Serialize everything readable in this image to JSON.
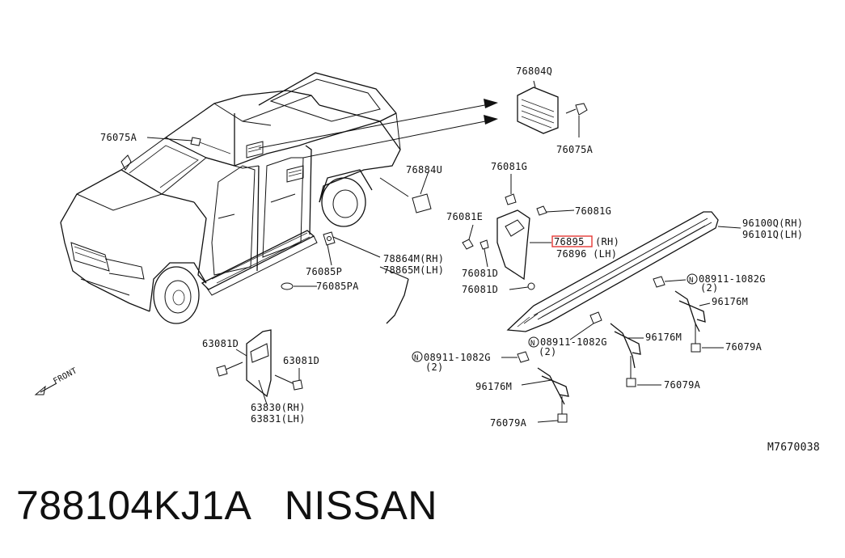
{
  "diagram": {
    "code": "M7670038",
    "front_label": "FRONT",
    "callouts": [
      {
        "id": "c76804Q",
        "text": "76804Q"
      },
      {
        "id": "c76075A_l",
        "text": "76075A"
      },
      {
        "id": "c76075A_r",
        "text": "76075A"
      },
      {
        "id": "c76884U",
        "text": "76884U"
      },
      {
        "id": "c76081G_t",
        "text": "76081G"
      },
      {
        "id": "c76081E",
        "text": "76081E"
      },
      {
        "id": "c76081G_r",
        "text": "76081G"
      },
      {
        "id": "c76895",
        "text": "76895"
      },
      {
        "id": "c76895_rh",
        "text": "(RH)"
      },
      {
        "id": "c76896",
        "text": "76896 (LH)"
      },
      {
        "id": "c76081D_a",
        "text": "76081D"
      },
      {
        "id": "c76081D_b",
        "text": "76081D"
      },
      {
        "id": "c78864M",
        "text": "78864M(RH)"
      },
      {
        "id": "c78865M",
        "text": "78865M(LH)"
      },
      {
        "id": "c76085P",
        "text": "76085P"
      },
      {
        "id": "c76085PA",
        "text": "76085PA"
      },
      {
        "id": "c96100Q",
        "text": "96100Q(RH)"
      },
      {
        "id": "c96101Q",
        "text": "96101Q(LH)"
      },
      {
        "id": "c08911_a",
        "text": "08911-1082G"
      },
      {
        "id": "c08911_a2",
        "text": "(2)"
      },
      {
        "id": "c96176M_a",
        "text": "96176M"
      },
      {
        "id": "c08911_b",
        "text": "08911-1082G"
      },
      {
        "id": "c08911_b2",
        "text": "(2)"
      },
      {
        "id": "c96176M_b",
        "text": "96176M"
      },
      {
        "id": "c76079A_a",
        "text": "76079A"
      },
      {
        "id": "c08911_c",
        "text": "08911-1082G"
      },
      {
        "id": "c08911_c2",
        "text": "(2)"
      },
      {
        "id": "c96176M_c",
        "text": "96176M"
      },
      {
        "id": "c76079A_b",
        "text": "76079A"
      },
      {
        "id": "c76079A_c",
        "text": "76079A"
      },
      {
        "id": "c63081D_a",
        "text": "63081D"
      },
      {
        "id": "c63081D_b",
        "text": "63081D"
      },
      {
        "id": "c63830",
        "text": "63830(RH)"
      },
      {
        "id": "c63831",
        "text": "63831(LH)"
      }
    ],
    "highlight_part": "76895"
  },
  "caption": {
    "part_number": "788104KJ1A",
    "brand": "NISSAN"
  }
}
